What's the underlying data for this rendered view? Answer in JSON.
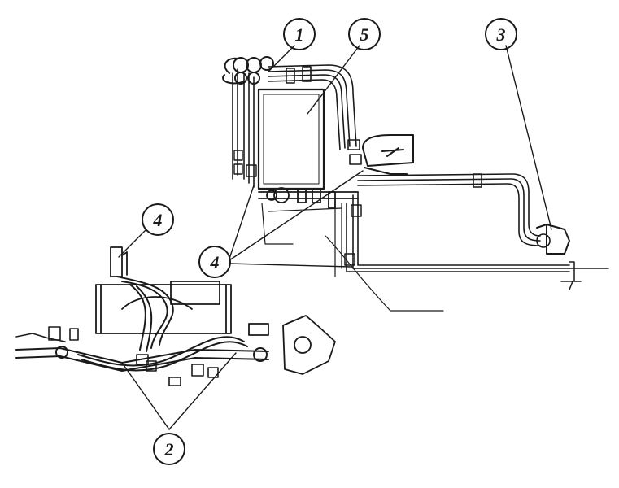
{
  "callouts": [
    {
      "id": "1",
      "label": "1"
    },
    {
      "id": "2",
      "label": "2"
    },
    {
      "id": "3",
      "label": "3"
    },
    {
      "id": "4a",
      "label": "4"
    },
    {
      "id": "4b",
      "label": "4"
    },
    {
      "id": "5",
      "label": "5"
    }
  ],
  "colors": {
    "ink": "#1a1a1a",
    "background": "#ffffff"
  }
}
